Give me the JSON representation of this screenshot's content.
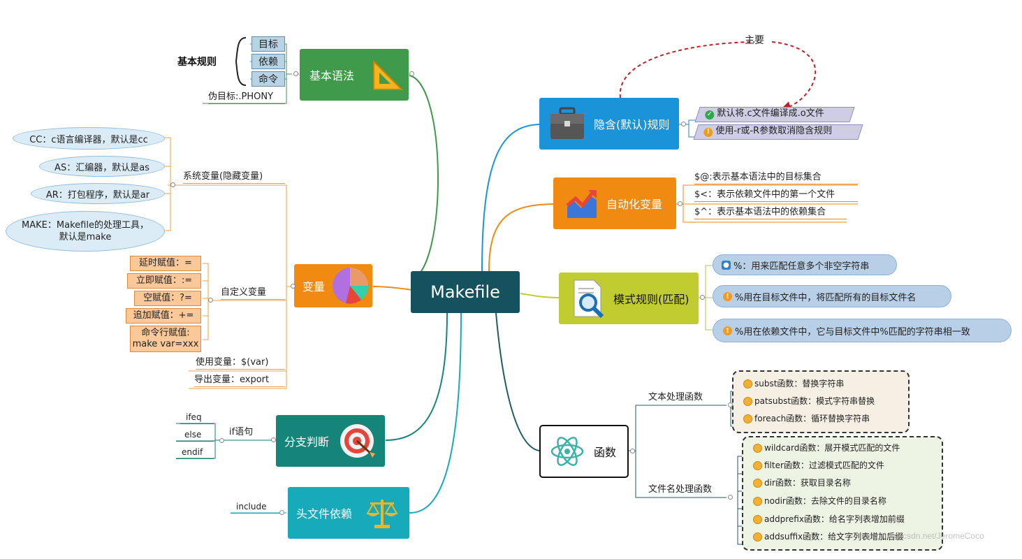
{
  "center": {
    "label": "Makefile"
  },
  "basic_syntax": {
    "label": "基本语法",
    "rule_label": "基本规则",
    "items": [
      "目标",
      "依赖",
      "命令"
    ],
    "phony": "伪目标:.PHONY"
  },
  "variables": {
    "label": "变量",
    "system": {
      "label": "系统变量(隐藏变量)",
      "items": [
        "CC：c语言编译器，默认是cc",
        "AS：汇编器，默认是as",
        "AR：打包程序，默认是ar"
      ],
      "make_line1": "MAKE：Makefile的处理工具，",
      "make_line2": "默认是make"
    },
    "custom": {
      "label": "自定义变量",
      "items": [
        "延时赋值：=",
        "立即赋值：:=",
        "空赋值：?=",
        "追加赋值：+="
      ],
      "cmdline_line1": "命令行赋值:",
      "cmdline_line2": "make var=xxx"
    },
    "use": "使用变量：$(var)",
    "export": "导出变量：export"
  },
  "branch": {
    "label": "分支判断",
    "if_label": "if语句",
    "items": [
      "ifeq",
      "else",
      "endif"
    ]
  },
  "header": {
    "label": "头文件依赖",
    "include": "include"
  },
  "implicit": {
    "label": "隐含(默认)规则",
    "main_label": "主要",
    "items": [
      "默认将.c文件编译成.o文件",
      "使用-r或-R参数取消隐含规则"
    ]
  },
  "auto_vars": {
    "label": "自动化变量",
    "items": [
      "$@:表示基本语法中的目标集合",
      "$<：表示依赖文件中的第一个文件",
      "$^：表示基本语法中的依赖集合"
    ]
  },
  "pattern": {
    "label": "模式规则(匹配)",
    "items": [
      "%：用来匹配任意多个非空字符串",
      "%用在目标文件中，将匹配所有的目标文件名",
      "%用在依赖文件中，它与目标文件中%匹配的字符串相一致"
    ]
  },
  "functions": {
    "label": "函数",
    "text_label": "文本处理函数",
    "text_items": [
      "subst函数：替换字符串",
      "patsubst函数：模式字符串替换",
      "foreach函数：循环替换字符串"
    ],
    "file_label": "文件名处理函数",
    "file_items": [
      "wildcard函数：展开模式匹配的文件",
      "filter函数：过滤模式匹配的文件",
      "dir函数：获取目录名称",
      "nodir函数：去除文件的目录名称",
      "addprefix函数：给名字列表增加前缀",
      "addsuffix函数：给文字列表增加后缀"
    ]
  },
  "watermark": "https://blog.csdn.net/JeromeCoco",
  "colors": {
    "center": "#14525f",
    "basic": "#3f9a4c",
    "variables": "#f08a10",
    "branch": "#15857a",
    "header": "#17aabb",
    "implicit": "#1b93d9",
    "auto": "#f08a10",
    "pattern": "#c0cc2f",
    "functions": "#ffffff"
  }
}
